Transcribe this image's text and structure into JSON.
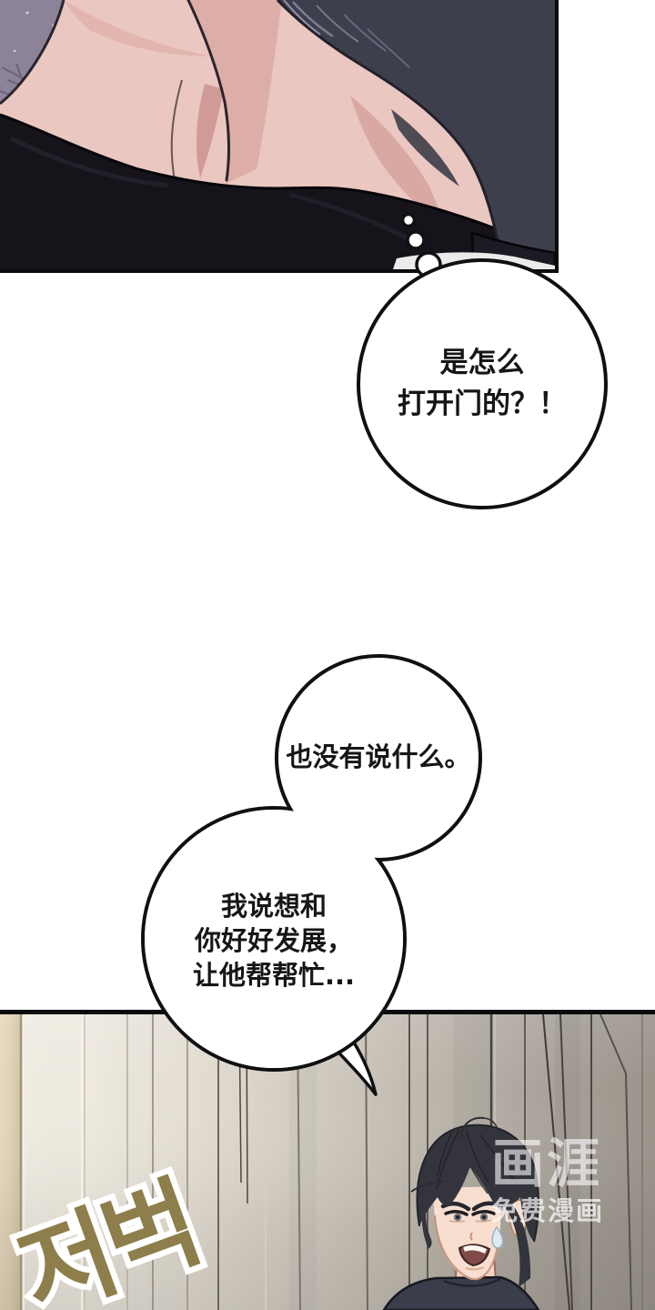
{
  "bubbles": {
    "thought": {
      "lines": [
        "是怎么",
        "打开门的？！"
      ]
    },
    "speech1": {
      "lines": [
        "也没有说什么。"
      ]
    },
    "speech2": {
      "lines": [
        "我说想和",
        "你好好发展，",
        "让他帮帮忙..."
      ]
    }
  },
  "sfx": {
    "text": "저벅"
  },
  "watermark": {
    "logo": "画涯",
    "tagline": "免费漫画"
  },
  "colors": {
    "panel_border": "#0b0b0d",
    "bubble_outline": "#101012",
    "wall_purple": "#8d8398",
    "skin": "#eac7c0",
    "shirt_black": "#16131b",
    "hair_dark": "#3e3f4c",
    "curtain_light": "#efeae0",
    "curtain_dark": "#99938a",
    "sfx_fill": "#8d7e4c",
    "sfx_outline": "#ffffff",
    "watermark_text": "rgba(255,255,255,0.60)"
  }
}
